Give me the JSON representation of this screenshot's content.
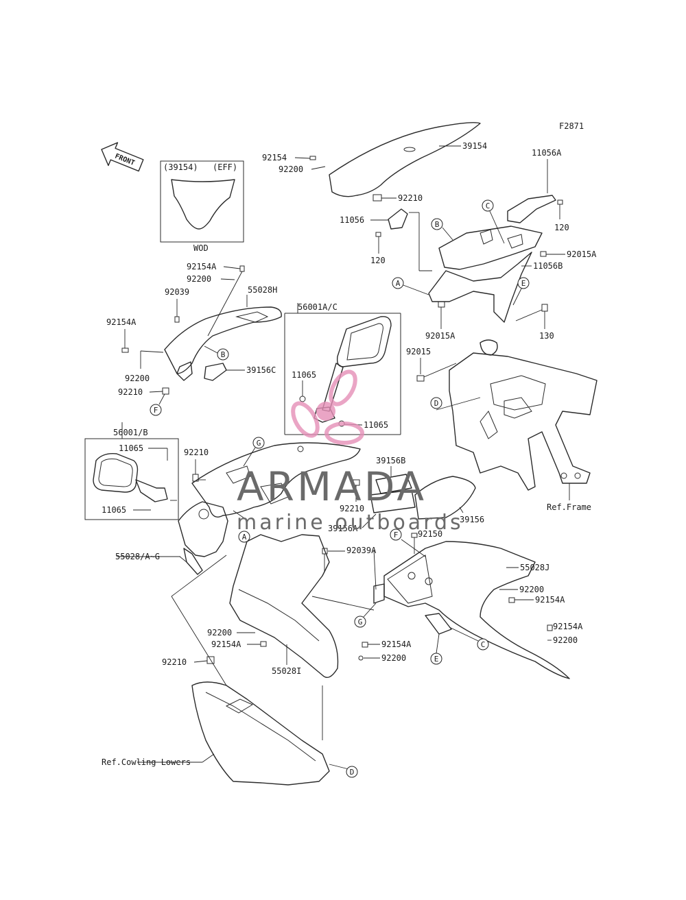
{
  "diagram": {
    "figure_code": "F2871",
    "front_arrow": "FRONT",
    "inset_wod": {
      "part": "(39154)",
      "variant": "(EFF)",
      "caption": "WOD"
    },
    "parts": {
      "p39154": "39154",
      "p92154": "92154",
      "p92200_top": "92200",
      "p92210_top": "92210",
      "p11056": "11056",
      "p120_left": "120",
      "p11056A": "11056A",
      "p120_right": "120",
      "p92015A_1": "92015A",
      "p11056B": "11056B",
      "p92015A_2": "92015A",
      "p130": "130",
      "p92015": "92015",
      "p92154A_1": "92154A",
      "p92200_1": "92200",
      "p92039": "92039",
      "p55028H": "55028H",
      "p92154A_2": "92154A",
      "p92200_2": "92200",
      "p92210_2": "92210",
      "p39156C": "39156C",
      "p56001AC": "56001A/C",
      "p11065_a": "11065",
      "p11065_b": "11065",
      "p56001B": "56001/B",
      "p11065_c": "11065",
      "p11065_d": "11065",
      "p92210_3": "92210",
      "p39156B": "39156B",
      "p92210_4": "92210",
      "p39156A": "39156A",
      "p39156": "39156",
      "p55028AG": "55028/A~G",
      "p92039A": "92039A",
      "p92150": "92150",
      "p55028J": "55028J",
      "p92200_5": "92200",
      "p92154A_5": "92154A",
      "p92200_6": "92200",
      "p92154A_6": "92154A",
      "p92210_5": "92210",
      "p55028I": "55028I",
      "p92154A_7": "92154A",
      "p92200_7": "92200",
      "p92154A_8": "92154A",
      "p92200_8": "92200",
      "ref_frame": "Ref.Frame",
      "ref_cowling": "Ref.Cowling Lowers"
    },
    "callouts": {
      "A": "A",
      "B": "B",
      "C": "C",
      "D": "D",
      "E": "E",
      "F": "F",
      "G": "G"
    }
  },
  "watermark": {
    "brand": "ARMADA",
    "tagline": "marine outboards",
    "color": "#e58fb7"
  }
}
